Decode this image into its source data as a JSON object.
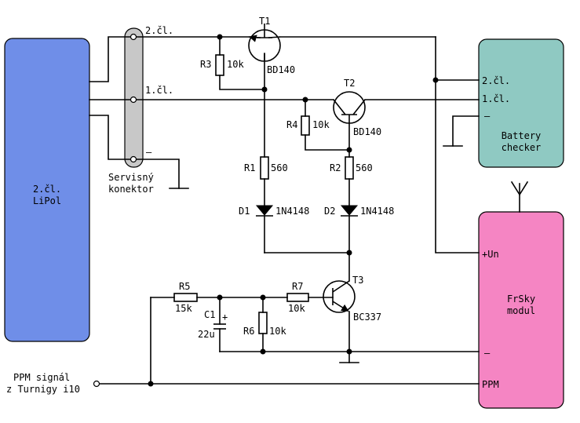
{
  "colors": {
    "lipol": "#6f8ee8",
    "battery_checker": "#8fc9c2",
    "frsky": "#f585c3",
    "connector": "#c8c8c8",
    "wire": "#000000"
  },
  "blocks": {
    "lipol": {
      "line1": "2.čl.",
      "line2": "LiPol"
    },
    "battery_checker": {
      "line1": "Battery",
      "line2": "checker",
      "pin_2": "2.čl.",
      "pin_1": "1.čl.",
      "pin_minus": "–"
    },
    "frsky": {
      "line1": "FrSky",
      "line2": "modul",
      "pin_un": "+Un",
      "pin_minus": "–",
      "pin_ppm": "PPM"
    }
  },
  "connector": {
    "pin_2": "2.čl.",
    "pin_1": "1.čl.",
    "pin_minus": "–",
    "name_line1": "Servisný",
    "name_line2": "konektor"
  },
  "components": {
    "T1": {
      "ref": "T1",
      "value": "BD140"
    },
    "T2": {
      "ref": "T2",
      "value": "BD140"
    },
    "T3": {
      "ref": "T3",
      "value": "BC337"
    },
    "R1": {
      "ref": "R1",
      "value": "560"
    },
    "R2": {
      "ref": "R2",
      "value": "560"
    },
    "R3": {
      "ref": "R3",
      "value": "10k"
    },
    "R4": {
      "ref": "R4",
      "value": "10k"
    },
    "R5": {
      "ref": "R5",
      "value": "15k"
    },
    "R6": {
      "ref": "R6",
      "value": "10k"
    },
    "R7": {
      "ref": "R7",
      "value": "10k"
    },
    "C1": {
      "ref": "C1",
      "value": "22u",
      "polarity": "+"
    },
    "D1": {
      "ref": "D1",
      "value": "1N4148"
    },
    "D2": {
      "ref": "D2",
      "value": "1N4148"
    }
  },
  "ppm_input": {
    "line1": "PPM signál",
    "line2": "z Turnigy i10"
  }
}
